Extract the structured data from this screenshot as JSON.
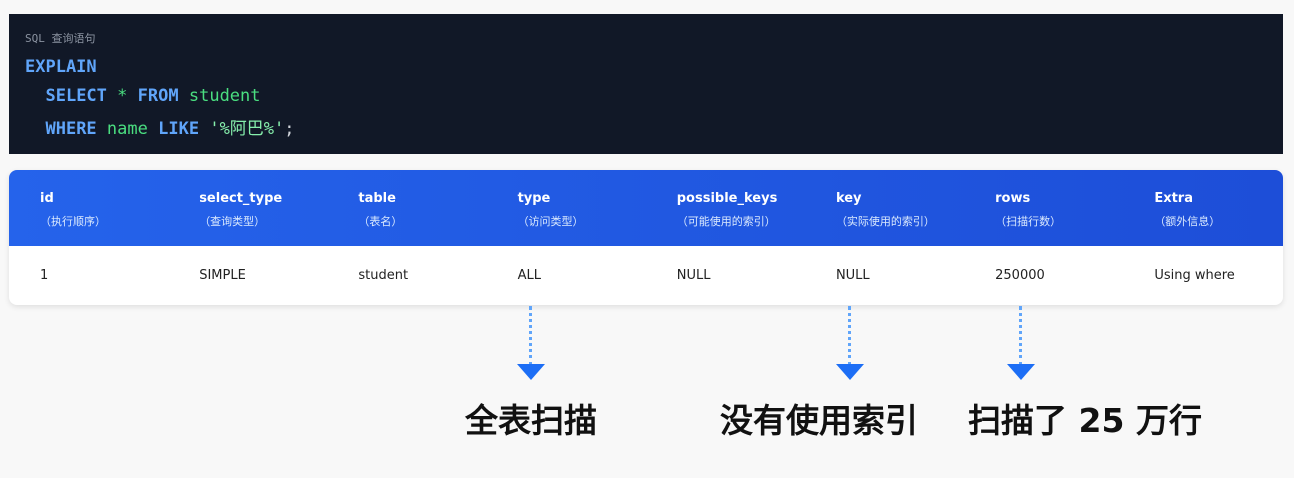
{
  "code": {
    "label": "SQL 查询语句",
    "line1": {
      "kw": "EXPLAIN"
    },
    "line2": {
      "kw1": "SELECT",
      "star": "*",
      "kw2": "FROM",
      "table": "student"
    },
    "line3": {
      "kw1": "WHERE",
      "col": "name",
      "kw2": "LIKE",
      "str": "'%阿巴%'",
      "end": ";"
    }
  },
  "table": {
    "columns": [
      {
        "name": "id",
        "desc": "（执行顺序）"
      },
      {
        "name": "select_type",
        "desc": "（查询类型）"
      },
      {
        "name": "table",
        "desc": "（表名）"
      },
      {
        "name": "type",
        "desc": "（访问类型）"
      },
      {
        "name": "possible_keys",
        "desc": "（可能使用的索引）"
      },
      {
        "name": "key",
        "desc": "（实际使用的索引）"
      },
      {
        "name": "rows",
        "desc": "（扫描行数）"
      },
      {
        "name": "Extra",
        "desc": "（额外信息）"
      }
    ],
    "row": [
      "1",
      "SIMPLE",
      "student",
      "ALL",
      "NULL",
      "NULL",
      "250000",
      "Using where"
    ]
  },
  "annotations": [
    "全表扫描",
    "没有使用索引",
    "扫描了 25 万行"
  ]
}
